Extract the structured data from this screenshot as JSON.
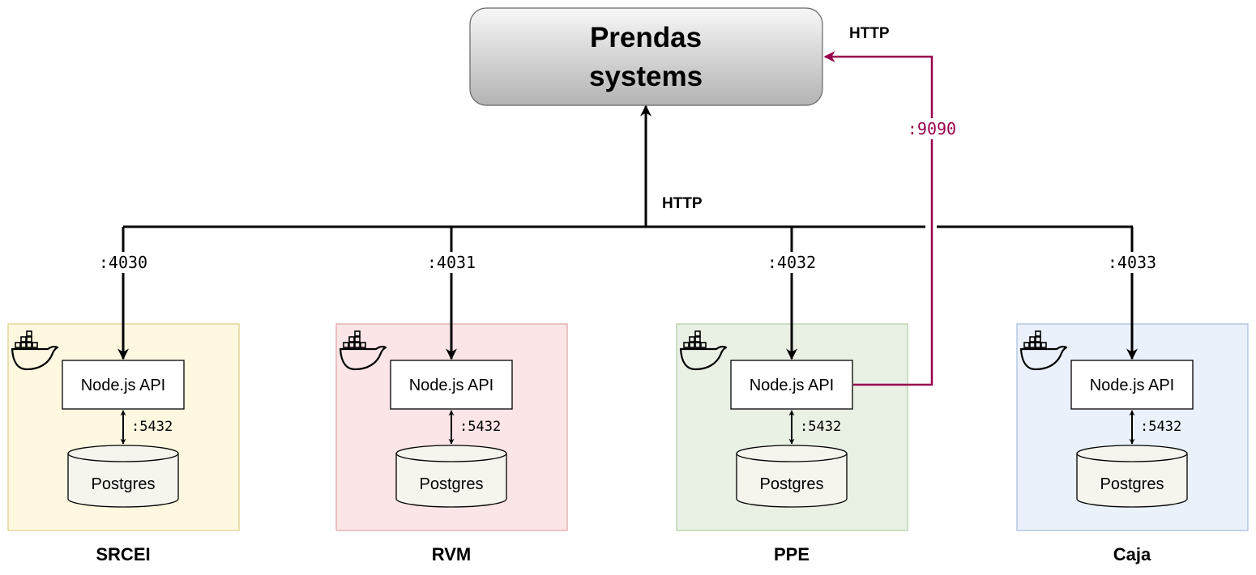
{
  "main_system": {
    "title_line1": "Prendas",
    "title_line2": "systems"
  },
  "links": {
    "bus_protocol": "HTTP",
    "direct_protocol": "HTTP",
    "direct_port": ":9090",
    "direct_color": "#99004d"
  },
  "services": [
    {
      "name": "SRCEI",
      "port": ":4030",
      "api_label": "Node.js API",
      "db_label": "Postgres",
      "db_port": ":5432",
      "fill": "#fff8e1",
      "stroke": "#e0d08c",
      "icon": "docker-icon"
    },
    {
      "name": "RVM",
      "port": ":4031",
      "api_label": "Node.js API",
      "db_label": "Postgres",
      "db_port": ":5432",
      "fill": "#fbe5e6",
      "stroke": "#e0a9aa",
      "icon": "docker-icon"
    },
    {
      "name": "PPE",
      "port": ":4032",
      "api_label": "Node.js API",
      "db_label": "Postgres",
      "db_port": ":5432",
      "fill": "#e9f1e5",
      "stroke": "#b7cfaa",
      "icon": "docker-icon"
    },
    {
      "name": "Caja",
      "port": ":4033",
      "api_label": "Node.js API",
      "db_label": "Postgres",
      "db_port": ":5432",
      "fill": "#eaf1fb",
      "stroke": "#a9bfdf",
      "icon": "docker-icon"
    }
  ]
}
